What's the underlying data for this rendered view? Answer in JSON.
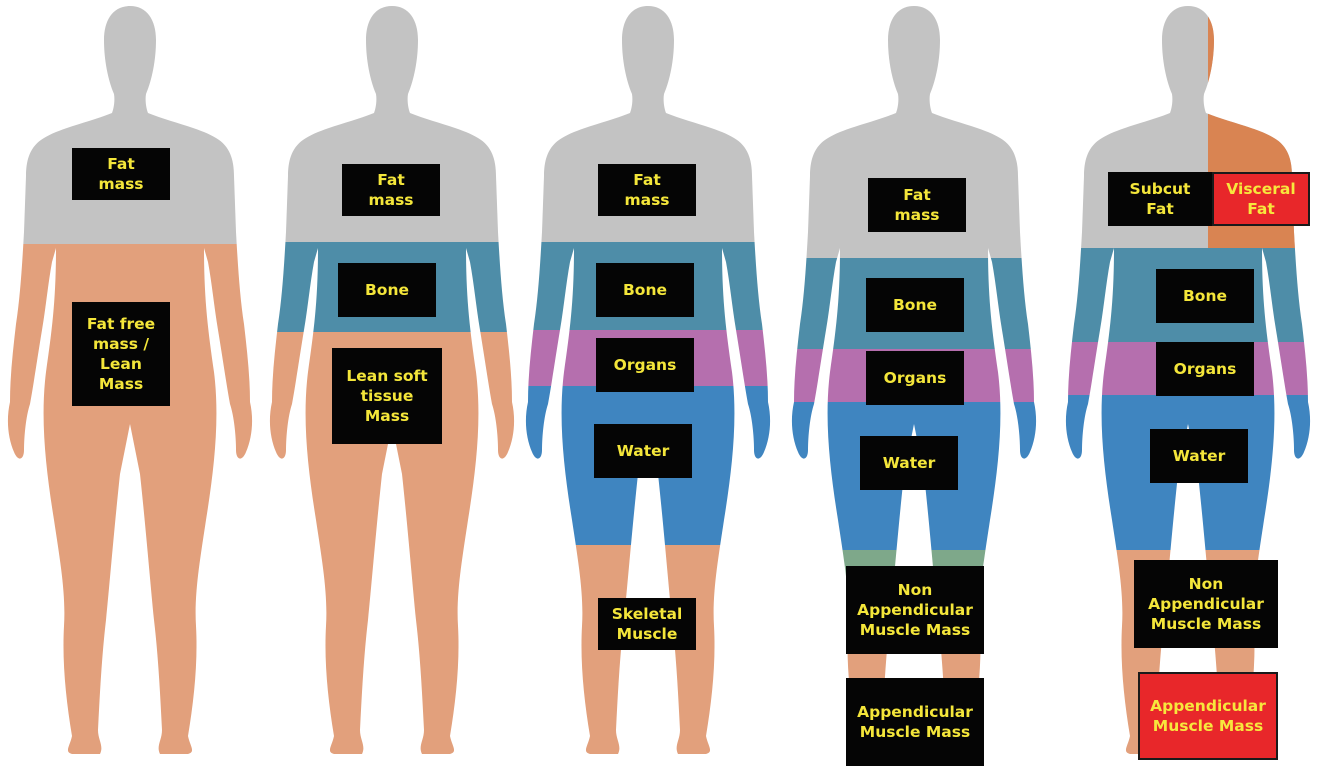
{
  "colors": {
    "grey": "#c3c3c3",
    "orange": "#e2a07c",
    "orange_dark": "#d98452",
    "bone": "#4e8da8",
    "organs": "#b56fae",
    "water": "#3f85c0",
    "non_appendicular": "#7ea88a",
    "label_bg": "#050505",
    "label_text": "#f4e63a",
    "label_red": "#e8272a"
  },
  "figures": [
    {
      "name": "two-compartment",
      "labels": [
        {
          "key": "fat-mass",
          "lines": [
            "Fat",
            "mass"
          ]
        },
        {
          "key": "fat-free-mass",
          "lines": [
            "Fat free",
            "mass /",
            "Lean",
            "Mass"
          ]
        }
      ]
    },
    {
      "name": "three-compartment",
      "labels": [
        {
          "key": "fat-mass",
          "lines": [
            "Fat",
            "mass"
          ]
        },
        {
          "key": "bone",
          "lines": [
            "Bone"
          ]
        },
        {
          "key": "lean-soft-tissue",
          "lines": [
            "Lean soft",
            "tissue",
            "Mass"
          ]
        }
      ]
    },
    {
      "name": "five-compartment",
      "labels": [
        {
          "key": "fat-mass",
          "lines": [
            "Fat",
            "mass"
          ]
        },
        {
          "key": "bone",
          "lines": [
            "Bone"
          ]
        },
        {
          "key": "organs",
          "lines": [
            "Organs"
          ]
        },
        {
          "key": "water",
          "lines": [
            "Water"
          ]
        },
        {
          "key": "skeletal-muscle",
          "lines": [
            "Skeletal",
            "Muscle"
          ]
        }
      ]
    },
    {
      "name": "six-compartment",
      "labels": [
        {
          "key": "fat-mass",
          "lines": [
            "Fat",
            "mass"
          ]
        },
        {
          "key": "bone",
          "lines": [
            "Bone"
          ]
        },
        {
          "key": "organs",
          "lines": [
            "Organs"
          ]
        },
        {
          "key": "water",
          "lines": [
            "Water"
          ]
        },
        {
          "key": "non-appendicular-muscle",
          "lines": [
            "Non",
            "Appendicular",
            "Muscle Mass"
          ]
        },
        {
          "key": "appendicular-muscle",
          "lines": [
            "Appendicular",
            "Muscle Mass"
          ]
        }
      ]
    },
    {
      "name": "seven-compartment",
      "labels": [
        {
          "key": "subcut-fat",
          "lines": [
            "Subcut",
            "Fat"
          ]
        },
        {
          "key": "visceral-fat",
          "lines": [
            "Visceral",
            "Fat"
          ],
          "highlight": true
        },
        {
          "key": "bone",
          "lines": [
            "Bone"
          ]
        },
        {
          "key": "organs",
          "lines": [
            "Organs"
          ]
        },
        {
          "key": "water",
          "lines": [
            "Water"
          ]
        },
        {
          "key": "non-appendicular-muscle",
          "lines": [
            "Non",
            "Appendicular",
            "Muscle Mass"
          ]
        },
        {
          "key": "appendicular-muscle",
          "lines": [
            "Appendicular",
            "Muscle Mass"
          ],
          "highlight": true
        }
      ]
    }
  ]
}
